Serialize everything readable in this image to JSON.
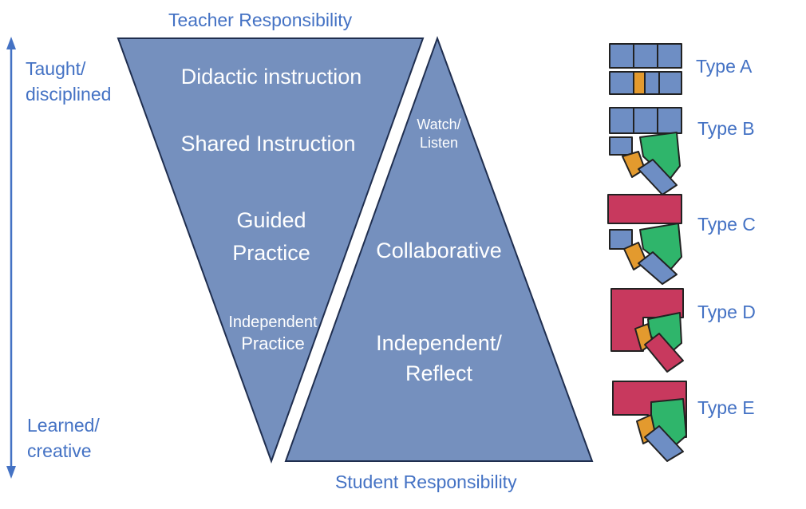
{
  "header": {
    "teacher_responsibility": "Teacher Responsibility"
  },
  "footer": {
    "student_responsibility": "Student Responsibility"
  },
  "axis": {
    "top_label_line1": "Taught/",
    "top_label_line2": "disciplined",
    "bottom_label_line1": "Learned/",
    "bottom_label_line2": "creative"
  },
  "teacher_triangle": {
    "didactic": "Didactic instruction",
    "shared": "Shared Instruction",
    "guided_line1": "Guided",
    "guided_line2": "Practice",
    "independent_line1": "Independent",
    "independent_line2": "Practice"
  },
  "student_triangle": {
    "watch_line1": "Watch/",
    "watch_line2": "Listen",
    "collaborative": "Collaborative",
    "independent_line1": "Independent/",
    "independent_line2": "Reflect"
  },
  "types": [
    {
      "label": "Type A"
    },
    {
      "label": "Type B"
    },
    {
      "label": "Type C"
    },
    {
      "label": "Type D"
    },
    {
      "label": "Type E"
    }
  ],
  "colors": {
    "triangle_fill": "#7590be",
    "triangle_stroke": "#1f2e4f",
    "label_blue": "#4472c4",
    "piece_blue": "#6e8ec4",
    "piece_orange": "#e39a2e",
    "piece_green": "#2fb56b",
    "piece_magenta": "#c8395e"
  }
}
